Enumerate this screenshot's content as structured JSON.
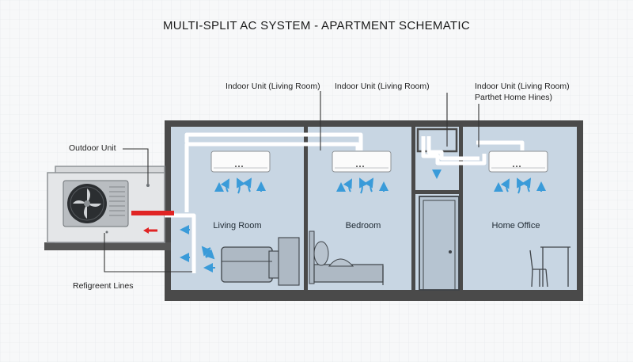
{
  "title": "MULTI-SPLIT AC SYSTEM - APARTMENT SCHEMATIC",
  "labels": {
    "outdoor_unit": "Outdoor Unit",
    "refrigerant_lines": "Refigreent Lines",
    "indoor_unit_1": "Indoor Unit (Living Room)",
    "indoor_unit_2": "Indoor Unit (Living Room)",
    "indoor_unit_3_line1": "Indoor Unit (Living Room)",
    "indoor_unit_3_line2": "Parthet Home Hines)"
  },
  "rooms": {
    "living_room": "Living Room",
    "bedroom": "Bedroom",
    "home_office": "Home Office"
  },
  "colors": {
    "wall": "#4a4a4a",
    "room_fill": "#c8d6e3",
    "airflow": "#3a9bd9",
    "hot_line": "#e02424",
    "pipe": "#ffffff"
  },
  "icons": [
    "fan-icon",
    "airflow-arrow-icon",
    "bed-icon",
    "chair-icon",
    "door-icon"
  ]
}
